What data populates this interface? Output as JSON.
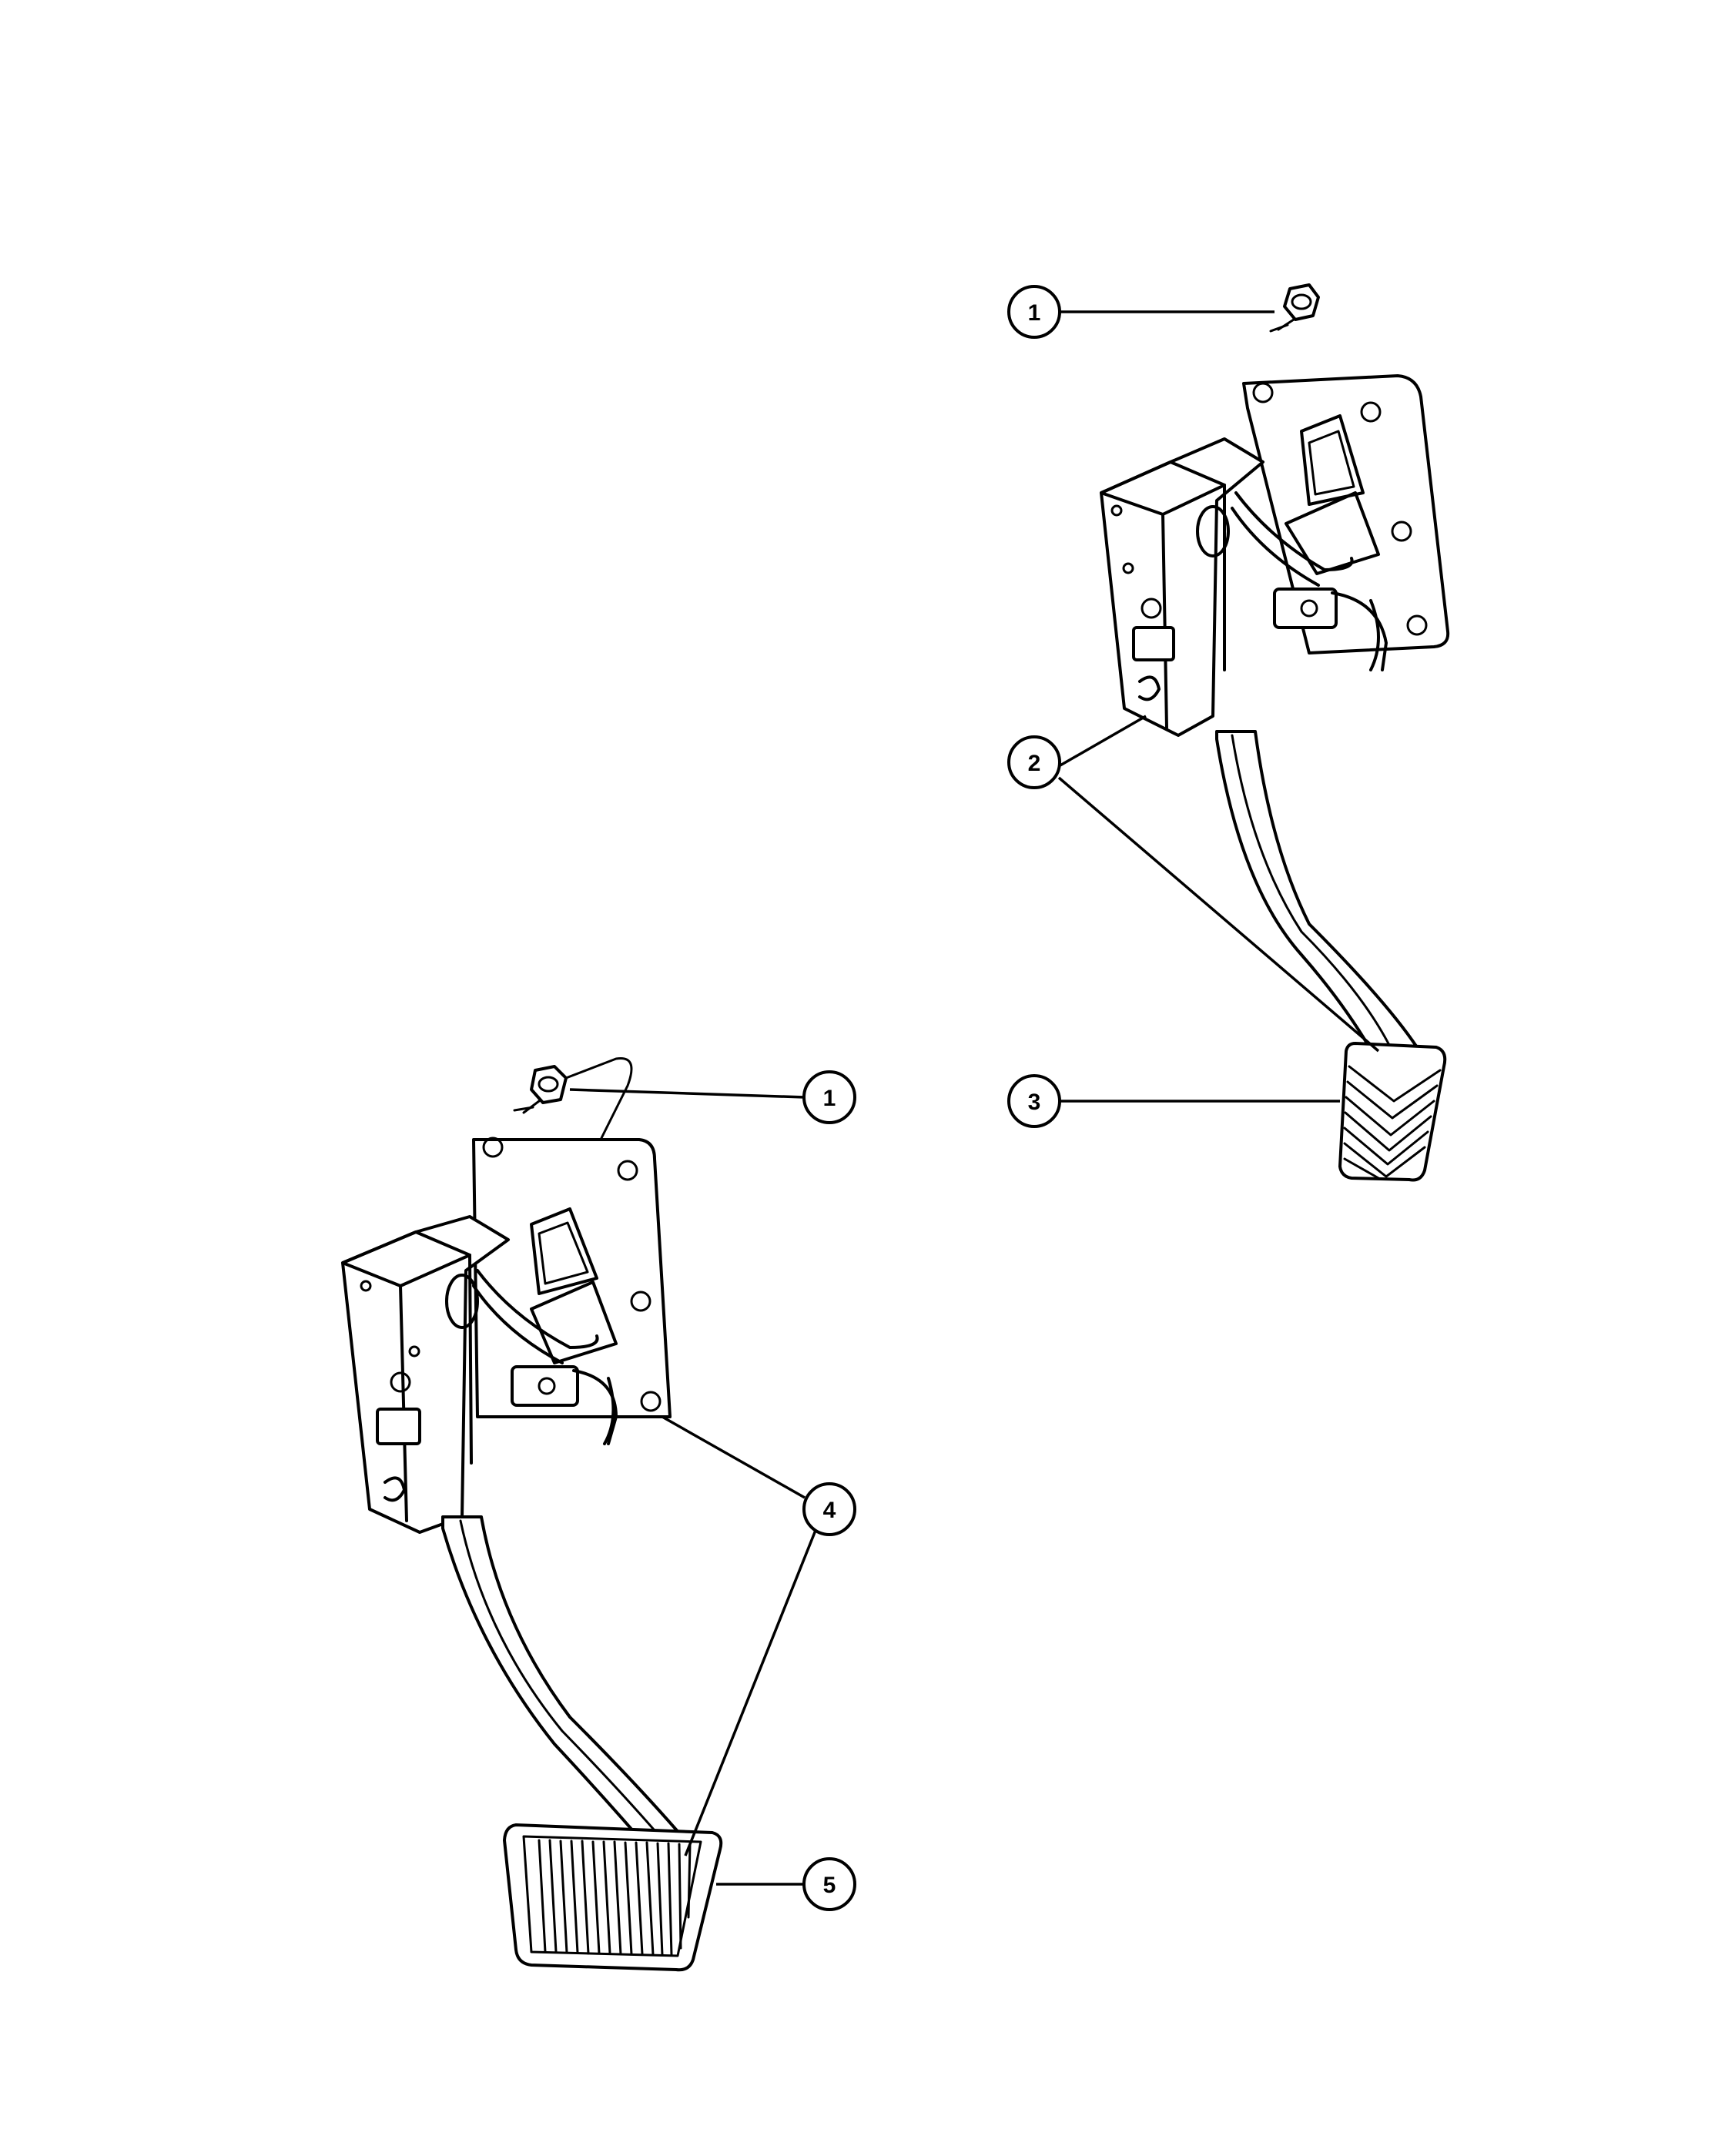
{
  "diagram": {
    "callouts": [
      {
        "id": "c1-top",
        "number": "1"
      },
      {
        "id": "c2",
        "number": "2"
      },
      {
        "id": "c3",
        "number": "3"
      },
      {
        "id": "c1-bottom",
        "number": "1"
      },
      {
        "id": "c4",
        "number": "4"
      },
      {
        "id": "c5",
        "number": "5"
      }
    ],
    "parts_icons": {
      "nut": "hex-nut-icon",
      "clutch_pedal": "clutch-pedal-assembly",
      "brake_pedal": "brake-pedal-assembly"
    }
  }
}
